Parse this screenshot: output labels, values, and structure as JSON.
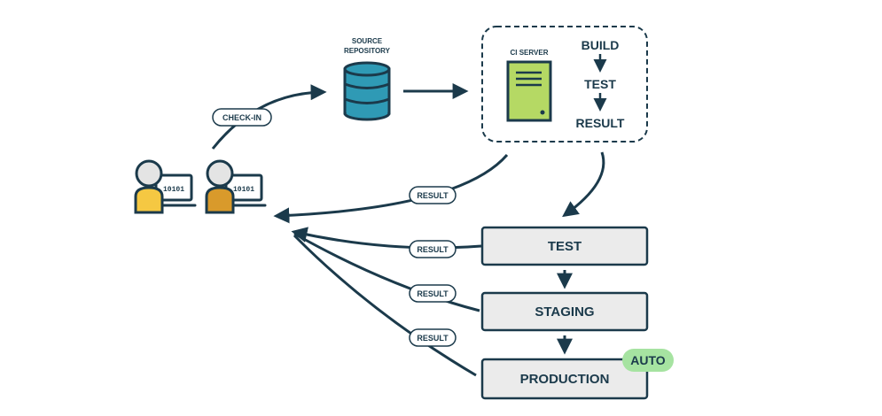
{
  "source_repo": {
    "line1": "SOURCE",
    "line2": "REPOSITORY"
  },
  "check_in": "CHECK-IN",
  "ci_server": {
    "label": "CI SERVER",
    "steps": [
      "BUILD",
      "TEST",
      "RESULT"
    ]
  },
  "developers": [
    {
      "code": "10101",
      "shirt_color": "#f5c842"
    },
    {
      "code": "10101",
      "shirt_color": "#d99a2b"
    }
  ],
  "result_labels": [
    "RESULT",
    "RESULT",
    "RESULT",
    "RESULT"
  ],
  "stages": [
    {
      "label": "TEST"
    },
    {
      "label": "STAGING"
    },
    {
      "label": "PRODUCTION",
      "badge": "AUTO"
    }
  ],
  "colors": {
    "ink": "#1b3a4b",
    "database": "#2f9ab5",
    "server": "#b5d964",
    "stage_fill": "#ebebeb",
    "auto_badge": "#a6e3a1"
  }
}
